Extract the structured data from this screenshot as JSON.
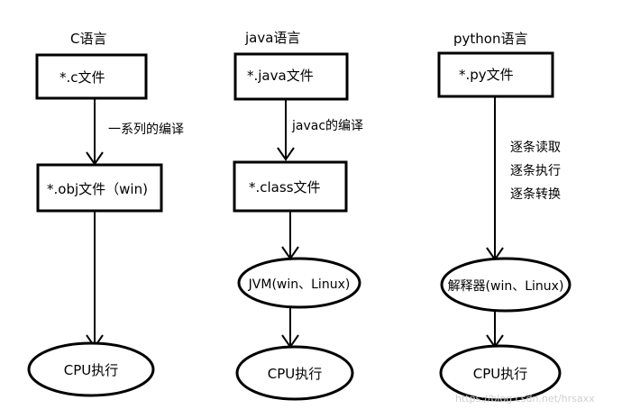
{
  "colors": {
    "stroke": "#000000",
    "background": "#ffffff",
    "watermark": "#cfcfcf"
  },
  "columns": [
    {
      "title": "C语言",
      "source_file": "*.c文件",
      "step1_label": "一系列的编译",
      "intermediate": "*.obj文件（win)",
      "execution": "CPU执行"
    },
    {
      "title": "java语言",
      "source_file": "*.java文件",
      "step1_label": "javac的编译",
      "intermediate": "*.class文件",
      "runtime": "JVM(win、Linux)",
      "execution": "CPU执行"
    },
    {
      "title": "python语言",
      "source_file": "*.py文件",
      "step_lines": [
        "逐条读取",
        "逐条执行",
        "逐条转换"
      ],
      "runtime": "解释器(win、Linux)",
      "execution": "CPU执行"
    }
  ],
  "watermark": "https://blog.csdn.net/hrsaxx"
}
